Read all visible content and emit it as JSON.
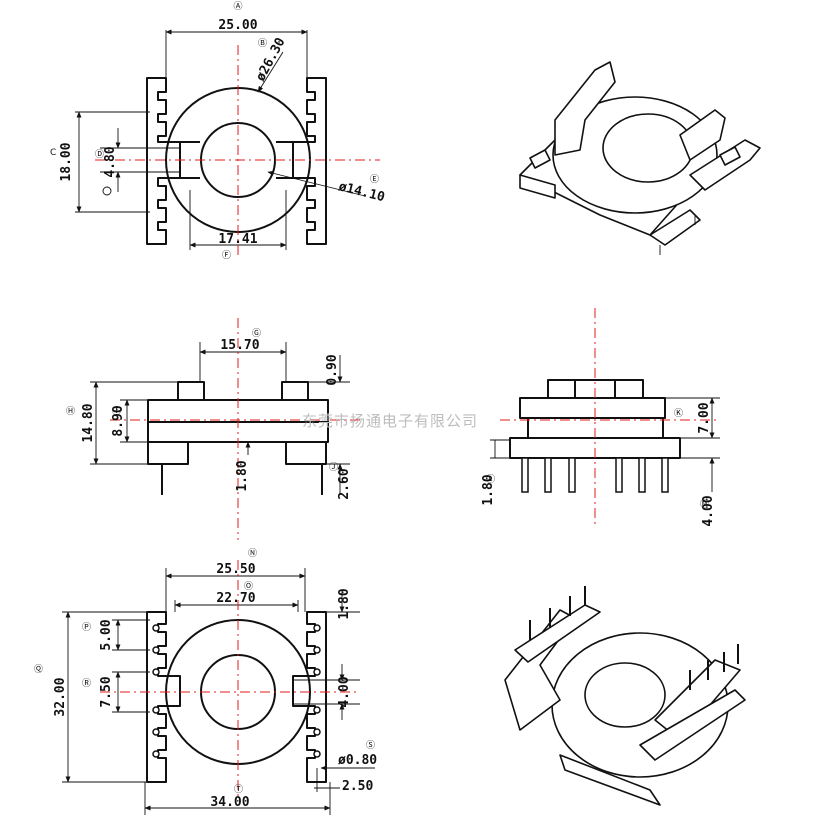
{
  "dimensions": {
    "top_width": "25.00",
    "top_dia_outer": "ø26.30",
    "top_height": "18.00",
    "top_slot": "4.80",
    "top_dia_inner": "ø14.10",
    "top_bottom_width": "17.41",
    "side_width": "15.70",
    "side_flange": "0.90",
    "side_total_height": "14.80",
    "side_inner_height": "8.90",
    "side_base": "1.80",
    "side_pin_length": "2.60",
    "front_height": "7.00",
    "front_base": "1.80",
    "front_pin_length": "4.00",
    "bottom_outer_width": "25.50",
    "bottom_inner_width": "22.70",
    "bottom_pin_pitch": "5.00",
    "bottom_center_gap": "7.50",
    "bottom_total_height": "32.00",
    "bottom_top_margin": "1.80",
    "bottom_slot": "4.00",
    "bottom_pin_dia": "ø0.80",
    "bottom_pin_offset": "2.50",
    "bottom_total_width": "34.00"
  },
  "markers": {
    "A": "Ⓐ",
    "B": "Ⓑ",
    "C": "C",
    "D": "Ⓓ",
    "E": "Ⓔ",
    "F": "Ⓕ",
    "G": "Ⓖ",
    "H": "Ⓗ",
    "I": "Ⓘ",
    "J": "Ⓙ",
    "K": "Ⓚ",
    "L": "Ⓛ",
    "M": "Ⓜ",
    "N": "Ⓝ",
    "O": "Ⓞ",
    "P": "Ⓟ",
    "Q": "Ⓠ",
    "R": "Ⓡ",
    "S": "Ⓢ",
    "T": "Ⓣ"
  },
  "watermark": "东莞市扬通电子有限公司",
  "colors": {
    "centerline": "#e01b1b",
    "outline": "#111111",
    "watermark": "#bdbdbd"
  }
}
